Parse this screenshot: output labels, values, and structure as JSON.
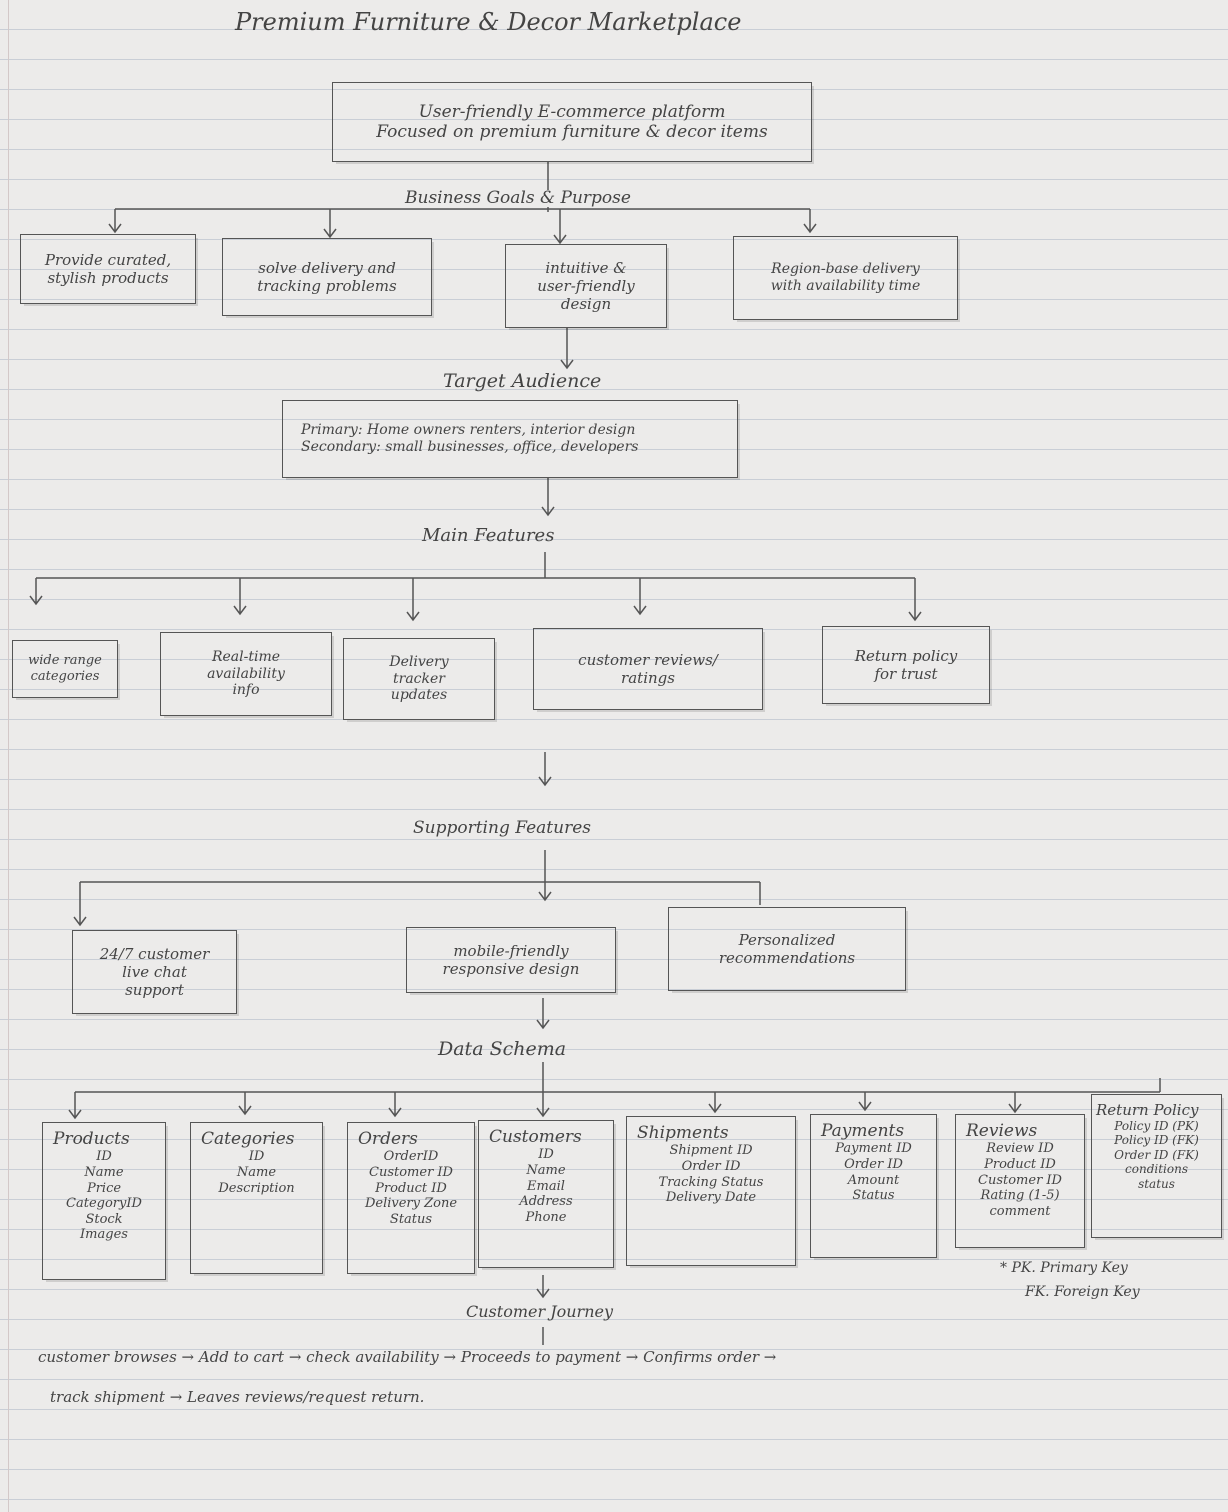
{
  "title": "Premium Furniture & Decor Marketplace",
  "intro": [
    "User-friendly E-commerce platform",
    "Focused on premium furniture & decor items"
  ],
  "business_goals": {
    "heading": "Business Goals & Purpose",
    "items": [
      [
        "Provide curated,",
        "stylish products"
      ],
      [
        "solve delivery and",
        "tracking problems"
      ],
      [
        "intuitive &",
        "user-friendly",
        "design"
      ],
      [
        "Region-base delivery",
        "with availability time"
      ]
    ]
  },
  "target_audience": {
    "heading": "Target Audience",
    "lines": [
      "Primary: Home owners renters, interior design",
      "Secondary: small businesses, office, developers"
    ]
  },
  "main_features": {
    "heading": "Main Features",
    "items": [
      [
        "wide range",
        "categories"
      ],
      [
        "Real-time",
        "availability",
        "info"
      ],
      [
        "Delivery",
        "tracker",
        "updates"
      ],
      [
        "customer reviews/",
        "ratings"
      ],
      [
        "Return policy",
        "for trust"
      ]
    ]
  },
  "supporting_features": {
    "heading": "Supporting Features",
    "items": [
      [
        "24/7 customer",
        "live chat",
        "support"
      ],
      [
        "mobile-friendly",
        "responsive design"
      ],
      [
        "Personalized",
        "recommendations"
      ]
    ]
  },
  "data_schema": {
    "heading": "Data Schema",
    "tables": [
      {
        "name": "Products",
        "fields": [
          "ID",
          "Name",
          "Price",
          "CategoryID",
          "Stock",
          "Images"
        ]
      },
      {
        "name": "Categories",
        "fields": [
          "ID",
          "Name",
          "Description"
        ]
      },
      {
        "name": "Orders",
        "fields": [
          "OrderID",
          "Customer ID",
          "Product ID",
          "Delivery Zone",
          "Status"
        ]
      },
      {
        "name": "Customers",
        "fields": [
          "ID",
          "Name",
          "Email",
          "Address",
          "Phone"
        ]
      },
      {
        "name": "Shipments",
        "fields": [
          "Shipment ID",
          "Order ID",
          "Tracking Status",
          "Delivery Date"
        ]
      },
      {
        "name": "Payments",
        "fields": [
          "Payment ID",
          "Order ID",
          "Amount",
          "Status"
        ]
      },
      {
        "name": "Reviews",
        "fields": [
          "Review ID",
          "Product ID",
          "Customer ID",
          "Rating (1-5)",
          "comment"
        ]
      },
      {
        "name": "Return Policy",
        "fields": [
          "Policy ID (PK)",
          "Policy ID (FK)",
          "Order ID (FK)",
          "conditions",
          "status"
        ]
      }
    ]
  },
  "legend": [
    "* PK. Primary Key",
    "FK. Foreign Key"
  ],
  "customer_journey": {
    "heading": "Customer Journey",
    "lines": [
      "customer browses → Add to cart → check availability → Proceeds to payment → Confirms order →",
      "track shipment → Leaves reviews/request return."
    ]
  }
}
